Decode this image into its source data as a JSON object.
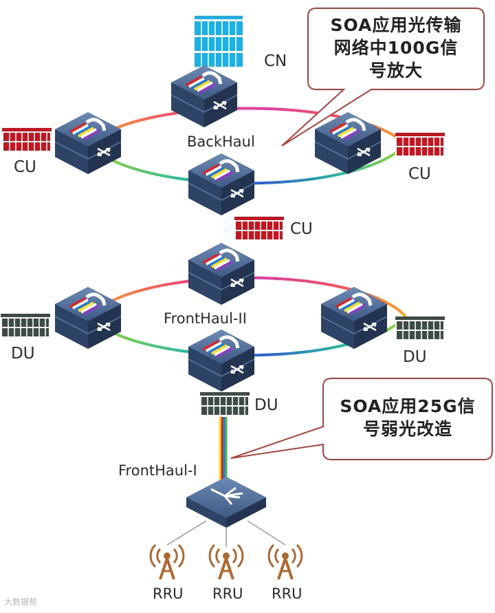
{
  "labels": {
    "cn": "CN",
    "backhaul": "BackHaul",
    "cu_left": "CU",
    "cu_right": "CU",
    "cu_mid": "CU",
    "fronthaul2": "FrontHaul-II",
    "du_left": "DU",
    "du_right": "DU",
    "du_bottom": "DU",
    "fronthaul1": "FrontHaul-I",
    "rru1": "RRU",
    "rru2": "RRU",
    "rru3": "RRU"
  },
  "callouts": {
    "top": {
      "line1": "SOA应用光传输",
      "line2": "网络中100G信",
      "line3": "号放大"
    },
    "bottom": {
      "line1": "SOA应用25G信",
      "line2": "号弱光改造"
    }
  },
  "colors": {
    "cn_rack": "#1ab0e8",
    "cu_rack": "#c8141e",
    "du_rack": "#3f4b47",
    "device_top": "#4a6c96",
    "device_side": "#23334d",
    "rru": "#b0682e",
    "callout_border": "#b34038"
  },
  "watermark": "大数据帮"
}
